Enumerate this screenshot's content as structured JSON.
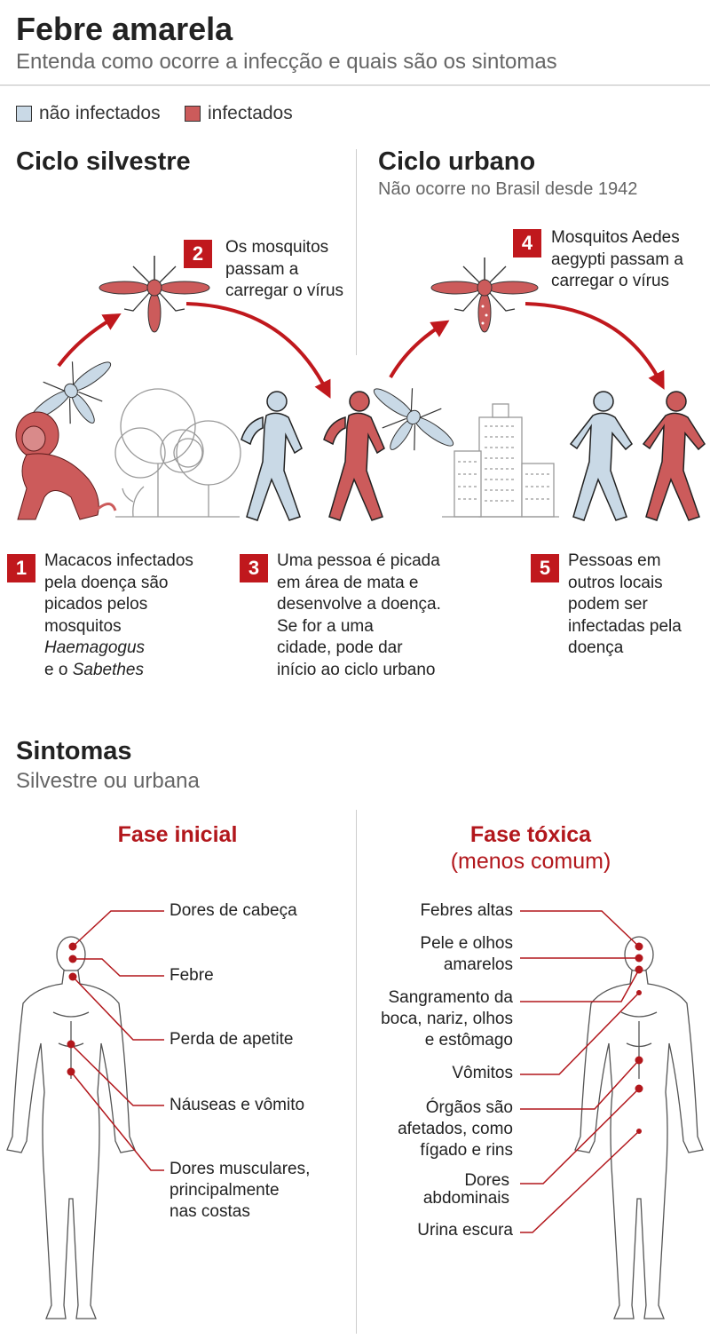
{
  "header": {
    "title": "Febre amarela",
    "subtitle": "Entenda como ocorre a infecção e quais são os sintomas"
  },
  "legend": {
    "items": [
      {
        "label": "não infectados",
        "color": "#c9d9e6"
      },
      {
        "label": "infectados",
        "color": "#cc5b5b"
      }
    ]
  },
  "cycles": {
    "sylvatic": {
      "title": "Ciclo silvestre"
    },
    "urban": {
      "title": "Ciclo urbano",
      "subtitle": "Não ocorre no Brasil desde 1942"
    }
  },
  "steps": [
    {
      "number": "1",
      "lines": [
        "Macacos infectados",
        "pela doença são",
        "picados pelos",
        "mosquitos",
        "Haemagogus",
        "e o Sabethes"
      ]
    },
    {
      "number": "2",
      "lines": [
        "Os mosquitos",
        "passam a",
        "carregar o vírus"
      ]
    },
    {
      "number": "3",
      "lines": [
        "Uma pessoa é picada",
        "em área de mata e",
        "desenvolve a doença.",
        "Se for a uma",
        "cidade, pode dar",
        "início ao ciclo urbano"
      ]
    },
    {
      "number": "4",
      "lines": [
        "Mosquitos Aedes",
        "aegypti passam a",
        "carregar o vírus"
      ]
    },
    {
      "number": "5",
      "lines": [
        "Pessoas em",
        "outros locais",
        "podem ser",
        "infectadas pela",
        "doença"
      ]
    }
  ],
  "symptoms": {
    "title": "Sintomas",
    "subtitle": "Silvestre ou urbana",
    "initial": {
      "title": "Fase inicial",
      "items": [
        {
          "lines": [
            "Dores de cabeça"
          ]
        },
        {
          "lines": [
            "Febre"
          ]
        },
        {
          "lines": [
            "Perda de apetite"
          ]
        },
        {
          "lines": [
            "Náuseas e vômito"
          ]
        },
        {
          "lines": [
            "Dores musculares,",
            "principalmente",
            "nas costas"
          ]
        }
      ]
    },
    "toxic": {
      "title": "Fase tóxica",
      "subtitle": "(menos comum)",
      "items": [
        {
          "lines": [
            "Febres altas"
          ]
        },
        {
          "lines": [
            "Pele e olhos",
            "amarelos"
          ]
        },
        {
          "lines": [
            "Sangramento da",
            "boca, nariz, olhos",
            "e estômago"
          ]
        },
        {
          "lines": [
            "Vômitos"
          ]
        },
        {
          "lines": [
            "Órgãos são",
            "afetados, como",
            "fígado e rins"
          ]
        },
        {
          "lines": [
            "Dores",
            "abdominais"
          ]
        },
        {
          "lines": [
            "Urina escura"
          ]
        }
      ]
    }
  },
  "colors": {
    "accent": "#c0181d",
    "infected": "#cc5b5b",
    "uninfected": "#c9d9e6"
  }
}
